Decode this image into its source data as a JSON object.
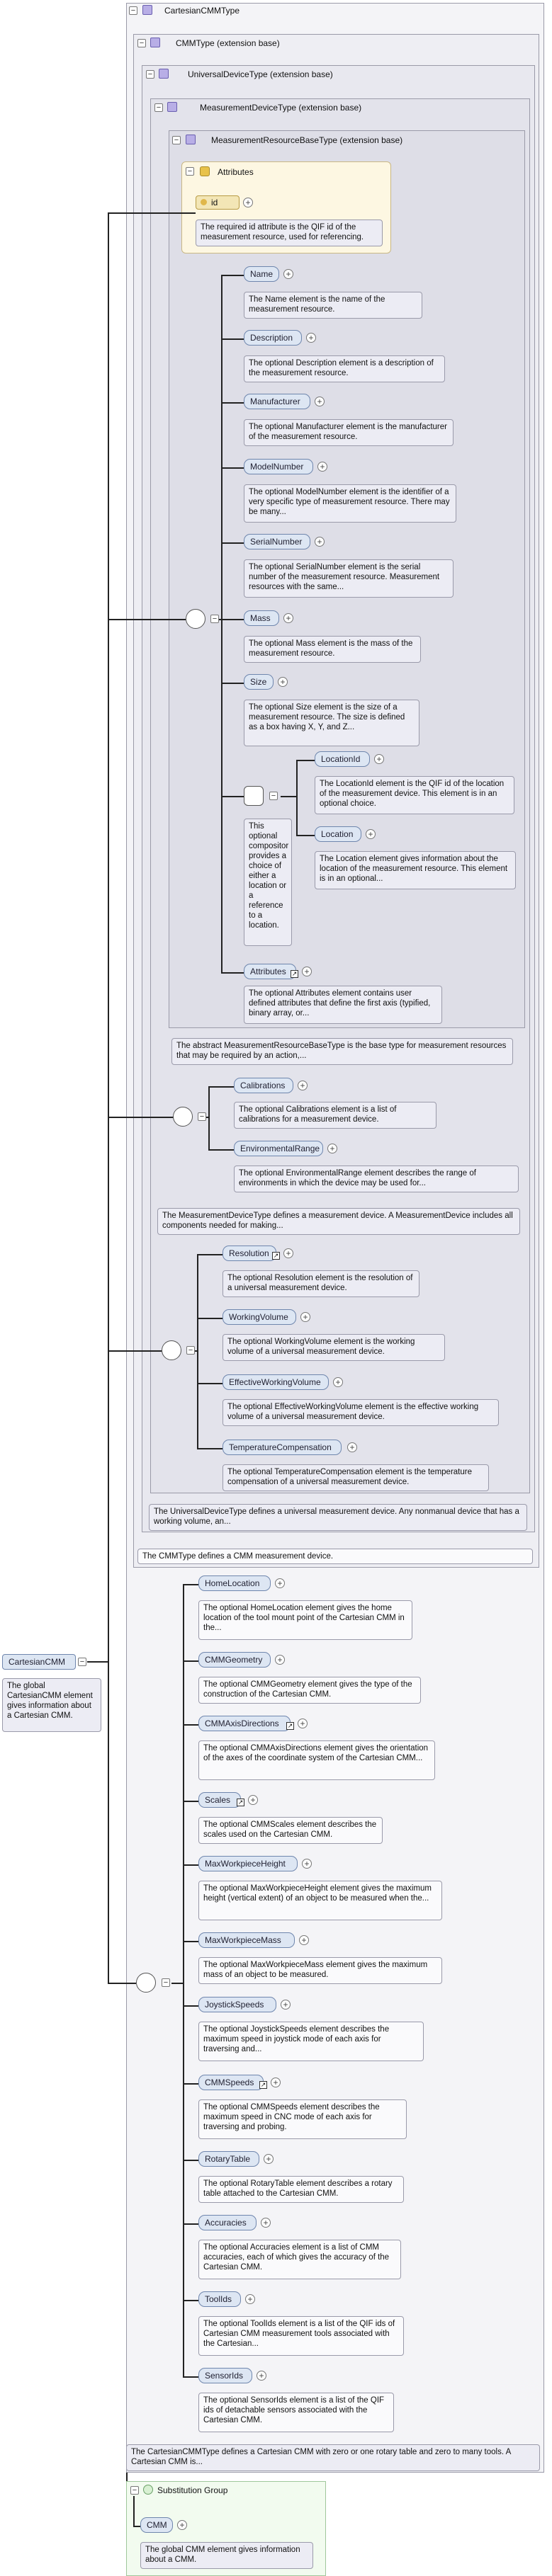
{
  "title": "CartesianCMMType",
  "types": {
    "cmm": "CMMType (extension base)",
    "universal": "UniversalDeviceType (extension base)",
    "measurement": "MeasurementDeviceType (extension base)",
    "resource": "MeasurementResourceBaseType (extension base)"
  },
  "attributes": {
    "label": "Attributes",
    "id": "id",
    "id_doc": "The required id attribute is the QIF id of the measurement resource, used for referencing."
  },
  "resource_elements": [
    {
      "name": "Name",
      "doc": "The Name element is the name of the measurement resource."
    },
    {
      "name": "Description",
      "doc": "The optional Description element is a description of the measurement resource."
    },
    {
      "name": "Manufacturer",
      "doc": "The optional Manufacturer element is the manufacturer of the measurement resource."
    },
    {
      "name": "ModelNumber",
      "doc": "The optional ModelNumber element is the identifier of a very specific type of measurement resource. There may be many..."
    },
    {
      "name": "SerialNumber",
      "doc": "The optional SerialNumber element is the serial number of the measurement resource. Measurement resources with the same..."
    },
    {
      "name": "Mass",
      "doc": "The optional Mass element is the mass of the measurement resource."
    },
    {
      "name": "Size",
      "doc": "The optional Size element is the size of a measurement resource. The size is defined as a box having X, Y, and Z..."
    }
  ],
  "choice": {
    "doc": "This optional compositor provides a choice of either a location or a reference to a location.",
    "items": [
      {
        "name": "LocationId",
        "doc": "The LocationId element is the QIF id of the location of the measurement device. This element is in an optional choice."
      },
      {
        "name": "Location",
        "doc": "The Location element gives information about the location of the measurement resource. This element is in an optional..."
      }
    ]
  },
  "resource_attributes": {
    "name": "Attributes",
    "doc": "The optional Attributes element contains user defined attributes that define the first axis (typified, binary array, or..."
  },
  "resource_type_doc": "The abstract MeasurementResourceBaseType is the base type for measurement resources that may be required by an action,...",
  "measurement_elements": [
    {
      "name": "Calibrations",
      "doc": "The optional Calibrations element is a list of calibrations for a measurement device."
    },
    {
      "name": "EnvironmentalRange",
      "doc": "The optional EnvironmentalRange element describes the range of environments in which the device may be used for..."
    }
  ],
  "measurement_type_doc": "The MeasurementDeviceType defines a measurement device. A MeasurementDevice includes all components needed for making...",
  "universal_elements": [
    {
      "name": "Resolution",
      "doc": "The optional Resolution element is the resolution of a universal measurement device."
    },
    {
      "name": "WorkingVolume",
      "doc": "The optional WorkingVolume element is the working volume of a universal measurement device."
    },
    {
      "name": "EffectiveWorkingVolume",
      "doc": "The optional EffectiveWorkingVolume element is the effective working volume of a universal measurement device."
    },
    {
      "name": "TemperatureCompensation",
      "doc": "The optional TemperatureCompensation element is the temperature compensation of a universal measurement device."
    }
  ],
  "universal_type_doc": "The UniversalDeviceType defines a universal measurement device. Any nonmanual device that has a working volume, an...",
  "cmm_type_doc": "The CMMType defines a CMM measurement device.",
  "cartesian_elements": [
    {
      "name": "HomeLocation",
      "doc": "The optional HomeLocation element gives the home location of the tool mount point of the Cartesian CMM in the..."
    },
    {
      "name": "CMMGeometry",
      "doc": "The optional CMMGeometry element gives the type of the construction of the Cartesian CMM."
    },
    {
      "name": "CMMAxisDirections",
      "doc": "The optional CMMAxisDirections element gives the orientation of the axes of the coordinate system of the Cartesian CMM..."
    },
    {
      "name": "Scales",
      "doc": "The optional CMMScales element describes the scales used on the Cartesian CMM."
    },
    {
      "name": "MaxWorkpieceHeight",
      "doc": "The optional MaxWorkpieceHeight element gives the maximum height (vertical extent) of an object to be measured when the..."
    },
    {
      "name": "MaxWorkpieceMass",
      "doc": "The optional MaxWorkpieceMass element gives the maximum mass of an object to be measured."
    },
    {
      "name": "JoystickSpeeds",
      "doc": "The optional JoystickSpeeds element describes the maximum speed in joystick mode of each axis for traversing and..."
    },
    {
      "name": "CMMSpeeds",
      "doc": "The optional CMMSpeeds element describes the maximum speed in CNC mode of each axis for traversing and probing."
    },
    {
      "name": "RotaryTable",
      "doc": "The optional RotaryTable element describes a rotary table attached to the Cartesian CMM."
    },
    {
      "name": "Accuracies",
      "doc": "The optional Accuracies element is a list of CMM accuracies, each of which gives the accuracy of the Cartesian CMM."
    },
    {
      "name": "ToolIds",
      "doc": "The optional ToolIds element is a list of the QIF ids of Cartesian CMM measurement tools associated with the Cartesian..."
    },
    {
      "name": "SensorIds",
      "doc": "The optional SensorIds element is a list of the QIF ids of detachable sensors associated with the Cartesian CMM."
    }
  ],
  "cartesian_type_doc": "The CartesianCMMType defines a Cartesian CMM with zero or one rotary table and zero to many tools. A Cartesian CMM is...",
  "root": {
    "name": "CartesianCMM",
    "doc": "The global CartesianCMM element gives information about a Cartesian CMM."
  },
  "substitution": {
    "label": "Substitution Group",
    "name": "CMM",
    "doc": "The global CMM element gives information about a CMM."
  }
}
